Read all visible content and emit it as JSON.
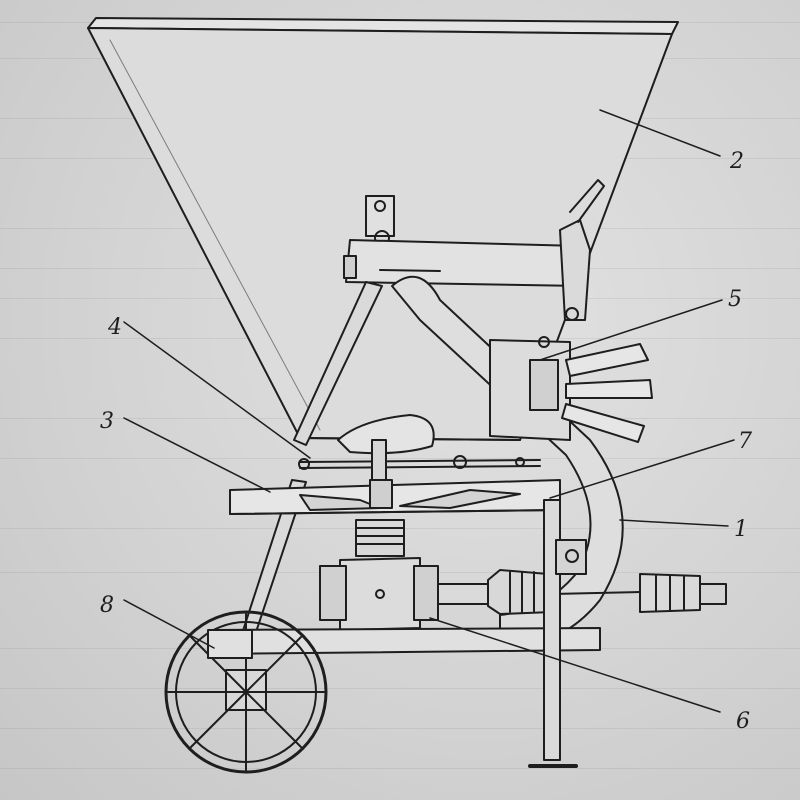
{
  "diagram": {
    "labels": [
      {
        "id": "label-1",
        "text": "1"
      },
      {
        "id": "label-2",
        "text": "2"
      },
      {
        "id": "label-3",
        "text": "3"
      },
      {
        "id": "label-4",
        "text": "4"
      },
      {
        "id": "label-5",
        "text": "5"
      },
      {
        "id": "label-6",
        "text": "6"
      },
      {
        "id": "label-7",
        "text": "7"
      },
      {
        "id": "label-8",
        "text": "8"
      }
    ]
  },
  "colors": {
    "ink": "#1e1e1e",
    "paper": "#d6d6d6"
  }
}
